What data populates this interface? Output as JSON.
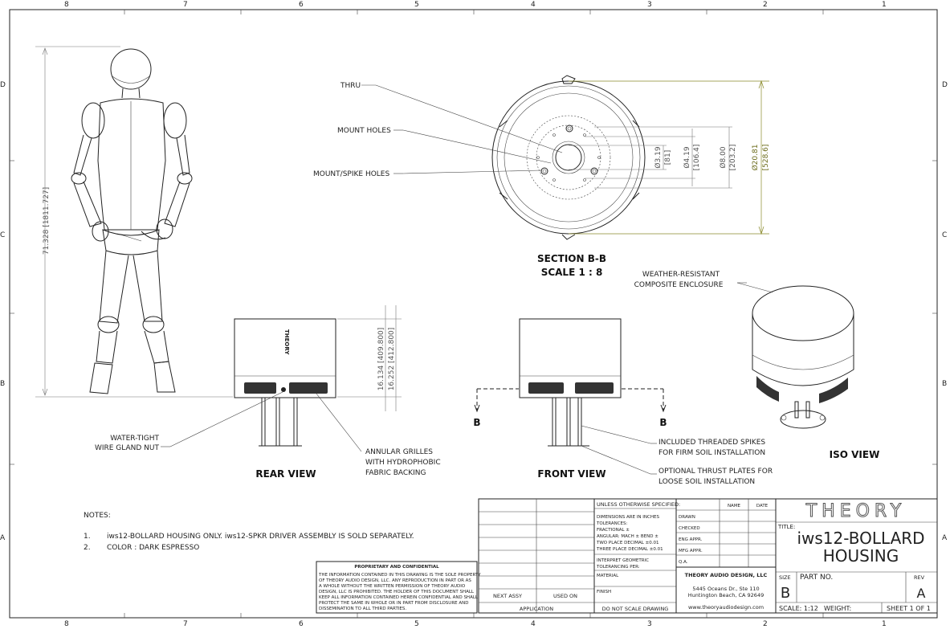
{
  "border": {
    "col_labels": [
      "8",
      "7",
      "6",
      "5",
      "4",
      "3",
      "2",
      "1"
    ],
    "row_labels": [
      "D",
      "C",
      "B",
      "A"
    ]
  },
  "human": {
    "height_dim": "71.328 [1811.727]"
  },
  "section": {
    "title": "SECTION B-B",
    "scale": "SCALE 1 : 8",
    "callouts": [
      "THRU",
      "MOUNT HOLES",
      "MOUNT/SPIKE HOLES"
    ],
    "dims": [
      "Ø3.19",
      "[81]",
      "Ø4.19",
      "[106.4]",
      "Ø8.00",
      "[203.2]",
      "Ø20.81",
      "[528.6]"
    ]
  },
  "rear_view": {
    "title": "REAR VIEW",
    "brand_text": "THEORY",
    "dims": [
      "16.134 [409.800]",
      "16.252 [412.800]"
    ],
    "callouts": [
      [
        "WATER-TIGHT",
        "WIRE GLAND NUT"
      ],
      [
        "ANNULAR GRILLES",
        "WITH HYDROPHOBIC",
        "FABRIC BACKING"
      ]
    ]
  },
  "front_view": {
    "title": "FRONT VIEW",
    "section_marks": [
      "B",
      "B"
    ],
    "callouts": [
      [
        "INCLUDED THREADED SPIKES",
        "FOR FIRM SOIL INSTALLATION"
      ],
      [
        "OPTIONAL THRUST PLATES FOR",
        "LOOSE SOIL INSTALLATION"
      ]
    ]
  },
  "iso_view": {
    "title": "ISO VIEW",
    "callout": [
      "WEATHER-RESISTANT",
      "COMPOSITE ENCLOSURE"
    ]
  },
  "notes": {
    "heading": "NOTES:",
    "items": [
      {
        "num": "1.",
        "text": "iws12-BOLLARD HOUSING ONLY.  iws12-SPKR DRIVER ASSEMBLY IS SOLD SEPARATELY."
      },
      {
        "num": "2.",
        "text": "COLOR : DARK ESPRESSO"
      }
    ]
  },
  "proprietary": {
    "title": "PROPRIETARY AND CONFIDENTIAL",
    "lines": [
      "THE INFORMATION CONTAINED IN THIS DRAWING IS THE SOLE PROPERTY",
      "OF THEORY AUDIO DESIGN, LLC.  ANY  REPRODUCTION IN PART OR AS",
      "A WHOLE WITHOUT THE WRITTEN PERMISSION OF THEORY AUDIO",
      "DESIGN, LLC IS PROHIBITED. THE HOLDER OF THIS DOCUMENT SHALL",
      "KEEP ALL INFORMATION CONTAINED HEREIN CONFIDENTIAL AND SHALL",
      "PROTECT THE SAME IN WHOLE OR IN PART FROM  DISCLOSURE AND",
      "DISSEMINATION TO ALL THIRD PARTIES."
    ]
  },
  "title_block": {
    "next_assy": "NEXT ASSY",
    "used_on": "USED ON",
    "application": "APPLICATION",
    "unless": "UNLESS OTHERWISE SPECIFIED:",
    "tol_lines": [
      "DIMENSIONS ARE IN INCHES",
      "TOLERANCES:",
      "FRACTIONAL ±",
      "ANGULAR: MACH ±    BEND ±",
      "TWO PLACE DECIMAL    ±0.01",
      "THREE PLACE DECIMAL  ±0.01"
    ],
    "interpret": [
      "INTERPRET GEOMETRIC",
      "TOLERANCING PER:"
    ],
    "material": "MATERIAL",
    "finish": "FINISH",
    "no_scale": "DO NOT SCALE DRAWING",
    "name_col": "NAME",
    "date_col": "DATE",
    "sign_rows": [
      "DRAWN",
      "CHECKED",
      "ENG APPR.",
      "MFG APPR.",
      "Q.A."
    ],
    "company": "THEORY AUDIO DESIGN, LLC",
    "address1": "5445 Oceans Dr., Ste 110",
    "address2": "Huntington Beach, CA 92649",
    "website": "www.theoryaudiodesign.com",
    "logo": "THEORY",
    "title_label": "TITLE:",
    "title_line1": "iws12-BOLLARD",
    "title_line2": "HOUSING",
    "size_label": "SIZE",
    "size": "B",
    "part_no_label": "PART NO.",
    "rev_label": "REV",
    "rev": "A",
    "scale": "SCALE: 1:12",
    "weight": "WEIGHT:",
    "sheet": "SHEET 1 OF 1"
  }
}
